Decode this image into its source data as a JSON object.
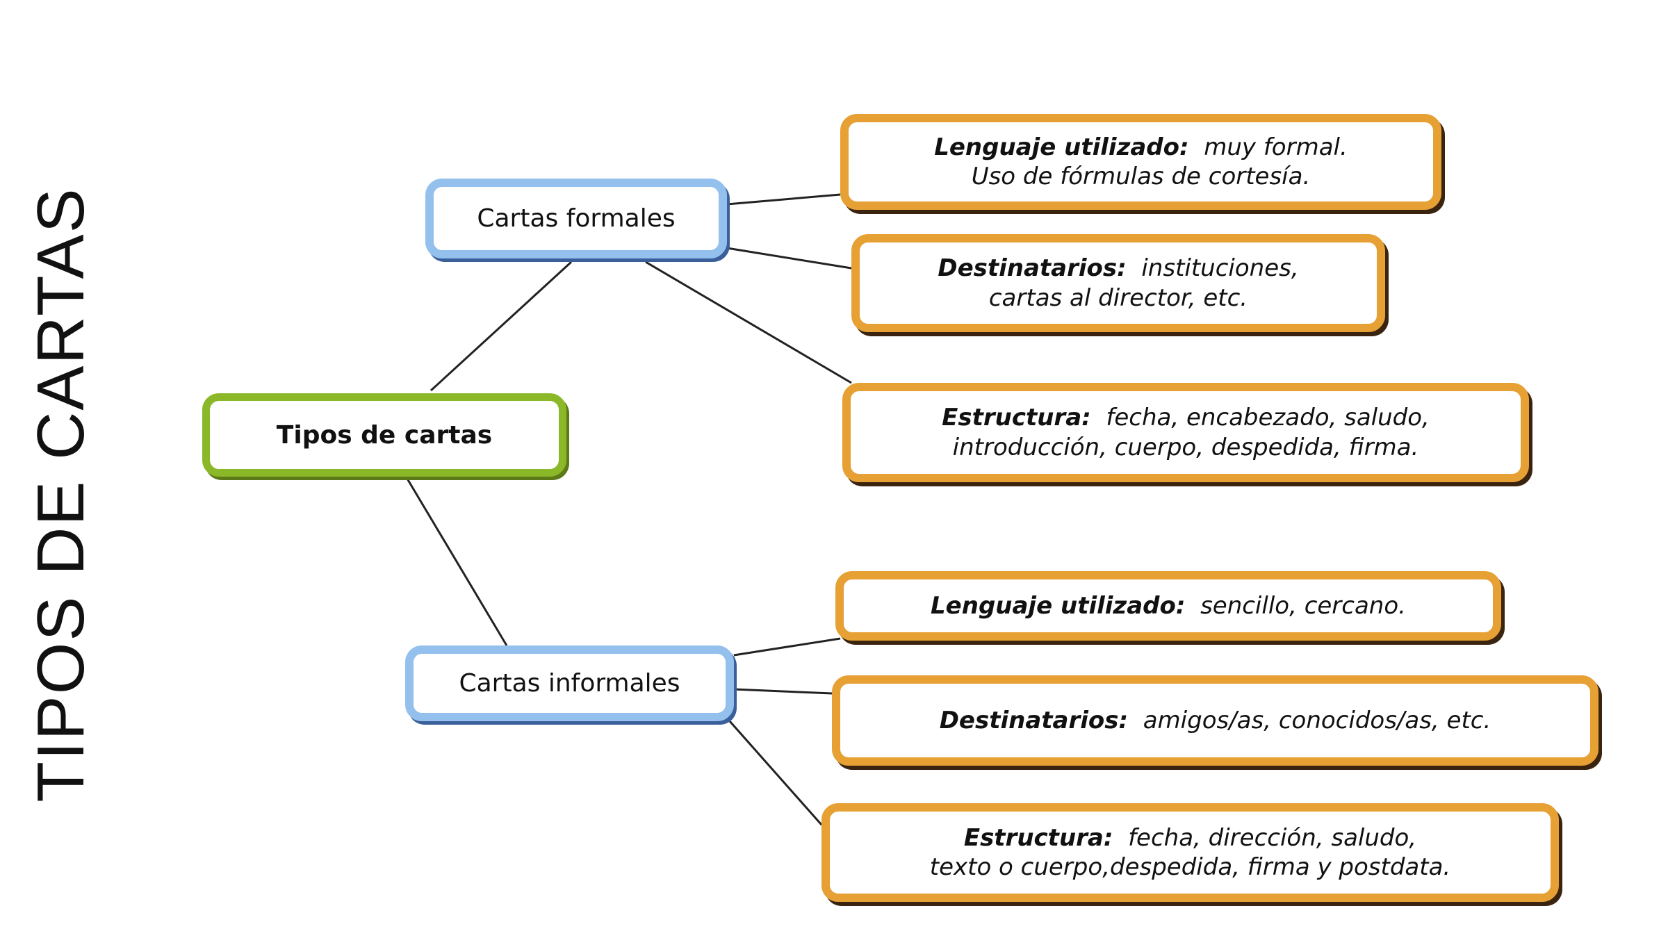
{
  "title": "TIPOS DE CARTAS",
  "root": "Tipos de cartas",
  "formales": {
    "label": "Cartas formales",
    "items": [
      {
        "key": "Lenguaje utilizado:",
        "line1": "muy formal.",
        "line2": "Uso de fórmulas de cortesía."
      },
      {
        "key": "Destinatarios:",
        "line1": "instituciones,",
        "line2": "cartas al director, etc."
      },
      {
        "key": "Estructura:",
        "line1": "fecha,  encabezado, saludo,",
        "line2": "introducción, cuerpo, despedida, firma."
      }
    ]
  },
  "informales": {
    "label": "Cartas informales",
    "items": [
      {
        "key": "Lenguaje utilizado:",
        "line1": "sencillo, cercano."
      },
      {
        "key": "Destinatarios:",
        "line1": "amigos/as, conocidos/as, etc."
      },
      {
        "key": "Estructura:",
        "line1": "fecha,  dirección, saludo,",
        "line2": "texto o cuerpo,despedida, firma y postdata."
      }
    ]
  },
  "colors": {
    "root": "#8ab828",
    "mid": "#94c0ee",
    "leaf": "#e6a033"
  }
}
